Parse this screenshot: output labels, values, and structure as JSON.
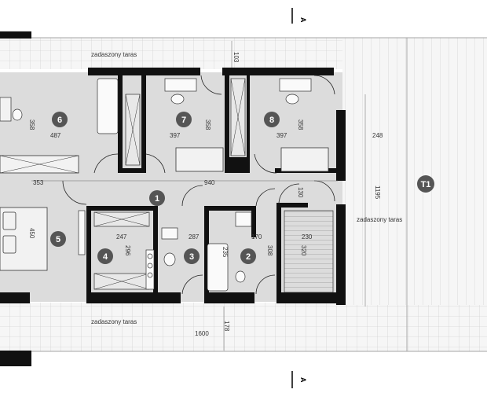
{
  "labels": {
    "terrace_top": "zadaszony taras",
    "terrace_right": "zadaszony taras",
    "terrace_bottom": "zadaszony taras",
    "section_top": "A",
    "section_bottom": "A"
  },
  "rooms": [
    {
      "id": "1"
    },
    {
      "id": "2"
    },
    {
      "id": "3"
    },
    {
      "id": "4"
    },
    {
      "id": "5"
    },
    {
      "id": "6"
    },
    {
      "id": "7"
    },
    {
      "id": "8"
    },
    {
      "id": "T1"
    }
  ],
  "dimensions": {
    "d103": "103",
    "d358a": "358",
    "d487": "487",
    "d397a": "397",
    "d358b": "358",
    "d397b": "397",
    "d358c": "358",
    "d248": "248",
    "d353": "353",
    "d940": "940",
    "d130": "130",
    "d1195": "1195",
    "d450": "450",
    "d247": "247",
    "d296": "296",
    "d287": "287",
    "d170": "170",
    "d230": "230",
    "d235": "235",
    "d308": "308",
    "d320": "320",
    "d1600": "1600",
    "d178": "178"
  },
  "colors": {
    "wall": "#111111",
    "floor": "#d9d9d9",
    "terrace": "#f4f4f4",
    "grid": "#c8c8c8",
    "badge": "#555555"
  }
}
